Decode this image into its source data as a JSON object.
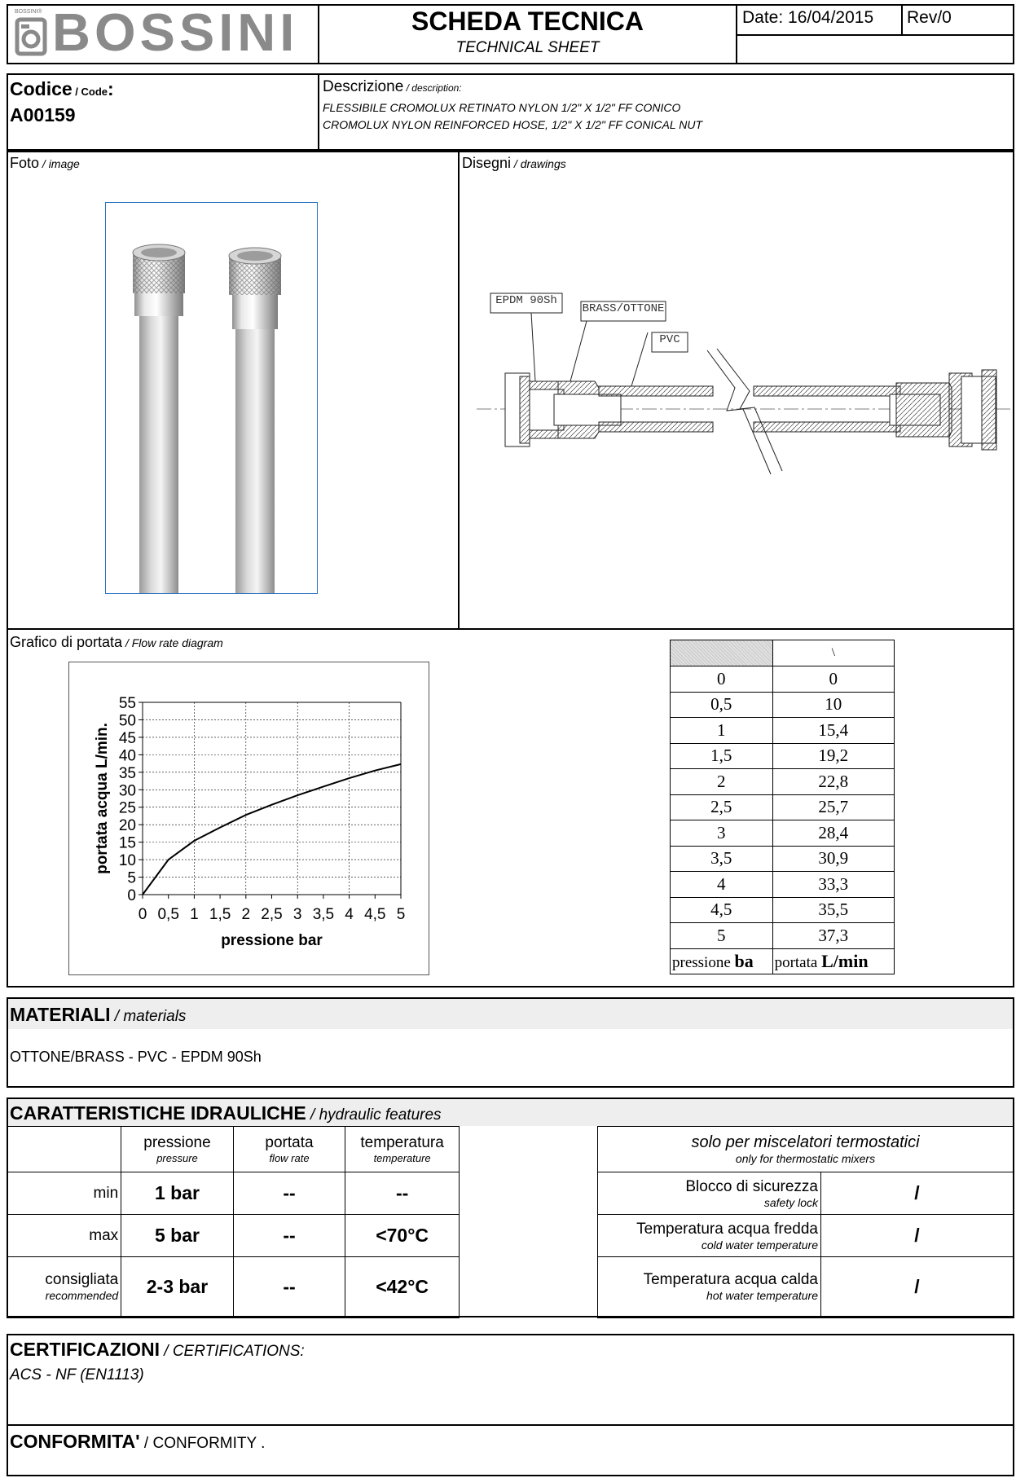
{
  "header": {
    "brand": "BOSSINI",
    "logo_small": "BOSSINI®",
    "title": "SCHEDA TECNICA",
    "subtitle": "TECHNICAL SHEET",
    "date": "Date: 16/04/2015",
    "rev": "Rev/0"
  },
  "product": {
    "code_label": "Codice",
    "code_label_en": " / Code",
    "code_colon": ":",
    "code": "A00159",
    "desc_label": "Descrizione",
    "desc_label_en": " / description:",
    "desc_it": "FLESSIBILE CROMOLUX  RETINATO NYLON 1/2\" X 1/2\" FF CONICO",
    "desc_en": "CROMOLUX NYLON REINFORCED HOSE, 1/2\" X 1/2\" FF CONICAL NUT"
  },
  "images": {
    "photo_label": "Foto",
    "photo_label_en": " / image",
    "drawing_label": "Disegni",
    "drawing_label_en": " / drawings",
    "callouts": [
      "EPDM 90Sh",
      "BRASS/OTTONE",
      "PVC"
    ]
  },
  "flow": {
    "label": "Grafico di portata",
    "label_en": " / Flow rate diagram",
    "table": {
      "header_right": "\\",
      "rows": [
        [
          "0",
          "0"
        ],
        [
          "0,5",
          "10"
        ],
        [
          "1",
          "15,4"
        ],
        [
          "1,5",
          "19,2"
        ],
        [
          "2",
          "22,8"
        ],
        [
          "2,5",
          "25,7"
        ],
        [
          "3",
          "28,4"
        ],
        [
          "3,5",
          "30,9"
        ],
        [
          "4",
          "33,3"
        ],
        [
          "4,5",
          "35,5"
        ],
        [
          "5",
          "37,3"
        ]
      ],
      "foot_left_a": "pressione ",
      "foot_left_b": "ba",
      "foot_right_a": "portata ",
      "foot_right_b": "L/min"
    }
  },
  "chart_data": {
    "type": "line",
    "x": [
      0,
      0.5,
      1,
      1.5,
      2,
      2.5,
      3,
      3.5,
      4,
      4.5,
      5
    ],
    "series": [
      {
        "values": [
          0,
          10,
          15.4,
          19.2,
          22.8,
          25.7,
          28.4,
          30.9,
          33.3,
          35.5,
          37.3
        ]
      }
    ],
    "xlabel": "pressione  bar",
    "ylabel": "portata acqua  L/min.",
    "xlim": [
      0,
      5
    ],
    "ylim": [
      0,
      55
    ],
    "xticks": [
      "0",
      "0,5",
      "1",
      "1,5",
      "2",
      "2,5",
      "3",
      "3,5",
      "4",
      "4,5",
      "5"
    ],
    "yticks": [
      "0",
      "5",
      "10",
      "15",
      "20",
      "25",
      "30",
      "35",
      "40",
      "45",
      "50",
      "55"
    ],
    "grid": true,
    "line_color": "#000000"
  },
  "materials": {
    "title": "MATERIALI",
    "title_en": " / materials",
    "text": "OTTONE/BRASS - PVC - EPDM 90Sh"
  },
  "hydraulic": {
    "title": "CARATTERISTICHE IDRAULICHE",
    "title_en": " / hydraulic features",
    "cols": [
      {
        "it": "pressione",
        "en": "pressure"
      },
      {
        "it": "portata",
        "en": "flow rate"
      },
      {
        "it": "temperatura",
        "en": "temperature"
      }
    ],
    "rows": [
      {
        "label": "min",
        "label_en": "",
        "pressure": "1 bar",
        "flow": "--",
        "temp": "--"
      },
      {
        "label": "max",
        "label_en": "",
        "pressure": "5 bar",
        "flow": "--",
        "temp": "<70°C"
      },
      {
        "label": "consigliata",
        "label_en": "recommended",
        "pressure": "2-3 bar",
        "flow": "--",
        "temp": "<42°C"
      }
    ],
    "thermo_title": "solo per miscelatori termostatici",
    "thermo_title_en": "only for thermostatic mixers",
    "thermo": [
      {
        "it": "Blocco di sicurezza",
        "en": "safety lock",
        "value": "/"
      },
      {
        "it": "Temperatura acqua fredda",
        "en": "cold water temperature",
        "value": "/"
      },
      {
        "it": "Temperatura acqua calda",
        "en": "hot water temperature",
        "value": "/"
      }
    ]
  },
  "certifications": {
    "title": "CERTIFICAZIONI",
    "title_en": " / CERTIFICATIONS:",
    "text": "ACS - NF (EN1113)"
  },
  "conformity": {
    "title": "CONFORMITA'",
    "title_en": " / CONFORMITY ."
  }
}
